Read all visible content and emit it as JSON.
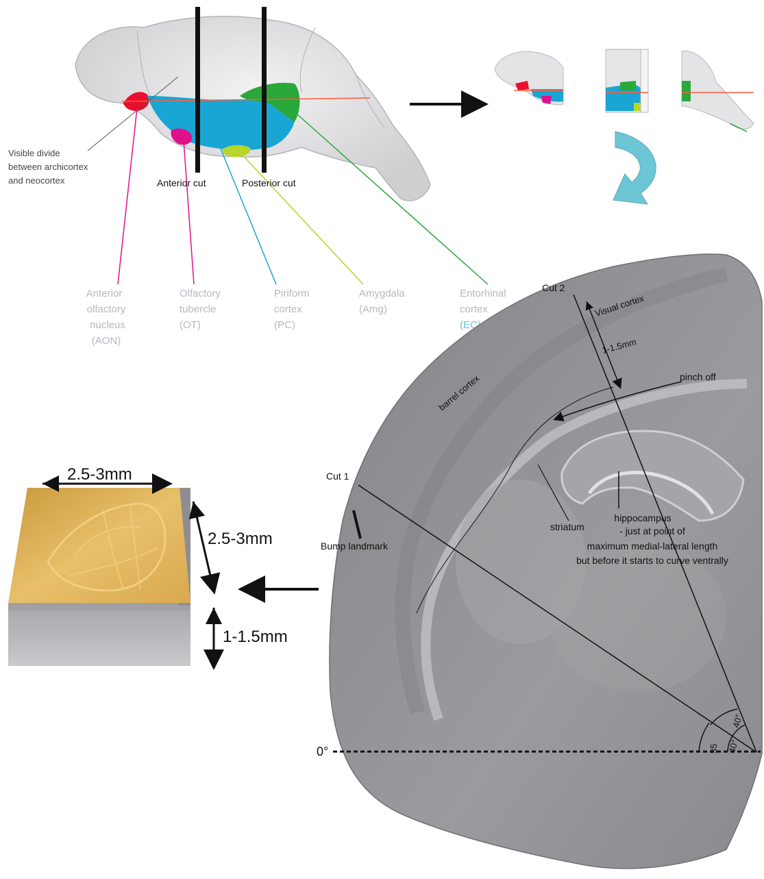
{
  "colors": {
    "aon": "#e8102c",
    "ot": "#e0108c",
    "pc": "#1aa6d4",
    "amg": "#b8d62a",
    "ec": "#2aa83a",
    "label_gray": "#b9b6c2",
    "arrow_cyan": "#6cc6d6",
    "block_top": "#d9a94e",
    "slice_gray": "#8f8f93"
  },
  "top_diagram": {
    "divide_label": [
      "Visible divide",
      "between archicortex",
      "and neocortex"
    ],
    "anterior_cut": "Anterior cut",
    "posterior_cut": "Posterior cut",
    "regions": [
      {
        "lines": [
          "Anterior",
          "olfactory",
          "nucleus",
          "(AON)"
        ]
      },
      {
        "lines": [
          "Olfactory",
          "tubercle",
          "(OT)"
        ]
      },
      {
        "lines": [
          "Piriform",
          "cortex",
          "(PC)"
        ]
      },
      {
        "lines": [
          "Amygdala",
          "(Amg)"
        ]
      },
      {
        "lines": [
          "Entorhinal",
          "cortex",
          "(EC)"
        ]
      }
    ]
  },
  "block": {
    "width_label": "2.5-3mm",
    "depth_label": "2.5-3mm",
    "height_label": "1-1.5mm"
  },
  "slice": {
    "cut1": "Cut 1",
    "cut2": "Cut 2",
    "visual_cortex": "Visual cortex",
    "depth": "1-1.5mm",
    "pinch_off": "pinch off",
    "barrel_cortex": "barrel cortex",
    "striatum": "striatum",
    "hippocampus": [
      "hippocampus",
      "- just at point of",
      "maximum medial-lateral length",
      "but before it starts to curve ventrally"
    ],
    "bump": "Bump landmark",
    "zero": "0°",
    "angle_35": "35",
    "angle_40a": "40°",
    "angle_40b": "40°"
  }
}
